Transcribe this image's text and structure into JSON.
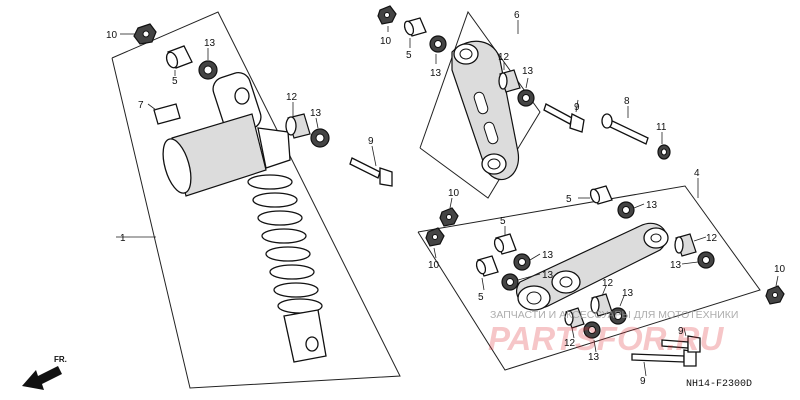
{
  "diagram": {
    "code": "NH14-F2300D",
    "direction_label": "FR.",
    "watermark": {
      "line1": "ЗАПЧАСТИ И АКСЕССУАРЫ ДЛЯ МОТОТЕХНИКИ",
      "line2": "PARTSFOR.RU"
    },
    "callouts": [
      "1",
      "4",
      "5",
      "5",
      "5",
      "5",
      "5",
      "6",
      "7",
      "8",
      "9",
      "9",
      "9",
      "9",
      "10",
      "10",
      "10",
      "10",
      "10",
      "11",
      "12",
      "12",
      "12",
      "12",
      "13",
      "13",
      "13",
      "13",
      "13",
      "13",
      "13",
      "13",
      "13",
      "13"
    ]
  }
}
